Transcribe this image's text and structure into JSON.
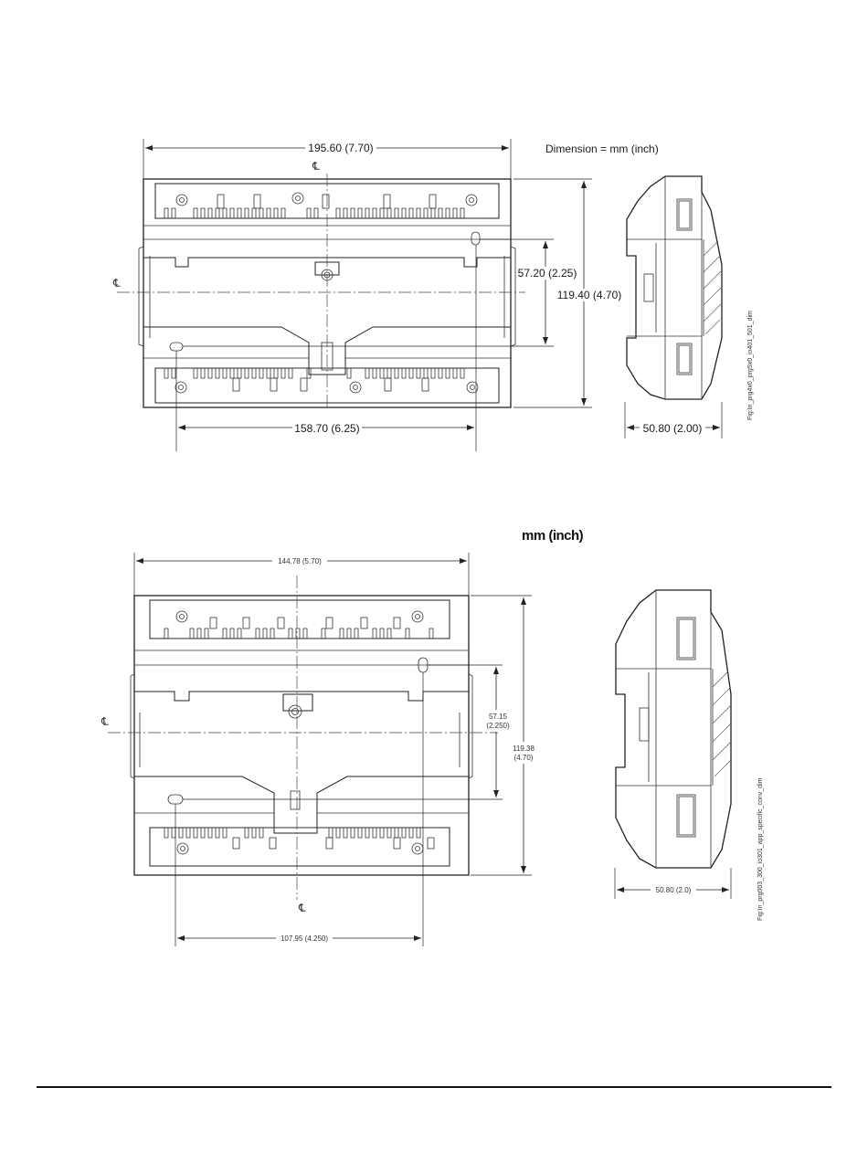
{
  "top_drawing": {
    "width_dim": "195.60 (7.70)",
    "units_note": "Dimension = mm (inch)",
    "mount_height_dim": "57.20 (2.25)",
    "height_dim": "119.40 (4.70)",
    "hole_spacing_dim": "158.70 (6.25)",
    "depth_dim": "50.80 (2.00)",
    "figure_id": "Fig:In_prg4x0_prg5x0_io401_501_dim"
  },
  "bottom_drawing": {
    "units_title": "mm (inch)",
    "width_dim": "144.78 (5.70)",
    "mount_height_mm": "57.15",
    "mount_height_in": "(2.250)",
    "height_mm": "119.38",
    "height_in": "(4.70)",
    "hole_spacing_dim": "107.95 (4.250)",
    "depth_dim": "50.80 (2.0)",
    "figure_id": "Fig:In_prg003_300_io301_app_specific_conv_dim"
  },
  "symbols": {
    "centerline": "℄"
  }
}
